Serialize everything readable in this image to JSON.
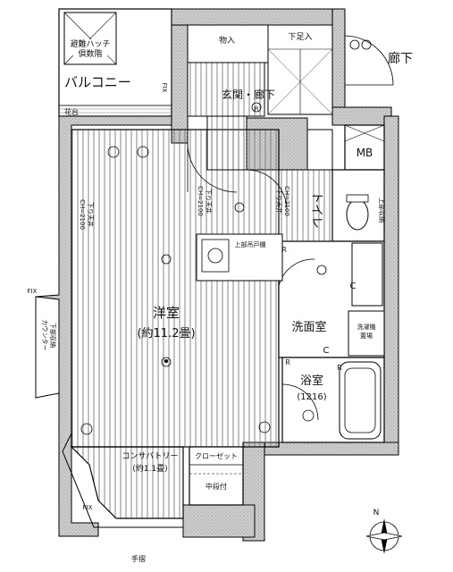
{
  "rooms": {
    "balcony": "バルコニー",
    "hatch_line1": "避難ハッチ",
    "hatch_line2": "倶数階",
    "flowerbed": "花台",
    "storage": "物入",
    "shoe_box": "下足入",
    "entrance": "玄関・廊下",
    "corridor": "廊下",
    "mb": "MB",
    "toilet": "トイレ",
    "western_room": "洋室",
    "western_room_size": "(約11.2畳)",
    "washroom": "洗面室",
    "bathroom": "浴室",
    "bathroom_size": "(1216)",
    "conservatory": "コンサバトリー",
    "conservatory_size": "(約1.1畳)",
    "closet": "クローゼット",
    "middle_shelf": "中段付",
    "upper_closet": "上部吊戸棚",
    "upper_storage": "上部収納",
    "washer_area_1": "洗濯機",
    "washer_area_2": "置場",
    "counter": "カウンター",
    "counter_sub": "下部収納",
    "handrail": "手摺"
  },
  "notes": {
    "fix_top": "FIX",
    "fix_left": "FIX",
    "fix_bottom": "FIX",
    "ceiling_west": "CH=2100",
    "ceiling_west_sub": "下り天井",
    "ceiling_center": "CH=2100",
    "ceiling_center_sub": "下り天井",
    "ceiling_toilet": "下り天井",
    "ceiling_toilet_sub": "CH=2100",
    "mark_c1": "C",
    "mark_c2": "C",
    "mark_r1": "R",
    "mark_r2": "R",
    "mark_r3": "R",
    "mark_r4": "R",
    "mark_n": "N"
  }
}
